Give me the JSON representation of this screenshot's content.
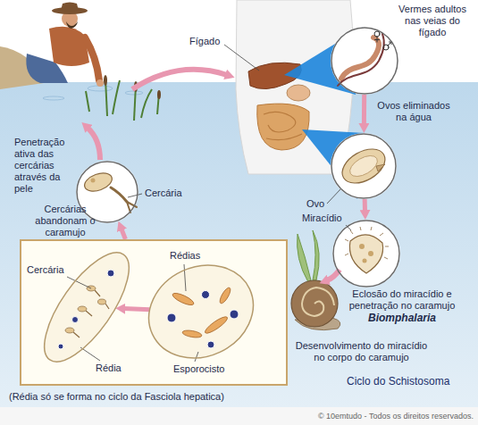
{
  "diagram": {
    "title": "Ciclo do Schistosoma",
    "nodes": [
      {
        "text": [
          "Vermes adultos nas veias do fígado"
        ]
      },
      {
        "text": [
          "Ovo"
        ]
      },
      {
        "text": [
          "Miracídio"
        ]
      },
      {
        "text": [
          "Cercária"
        ]
      },
      {
        "text": [
          "(Rédia só se forma no ciclo da Fasciola hepatica)"
        ]
      },
      {
        "text": [
          "Rédias",
          "Esporocisto"
        ],
        "in": 4
      },
      {
        "text": [
          "Cercária",
          "Rédia"
        ],
        "in": 4
      }
    ],
    "edges": [
      {
        "from": 0,
        "to": 1,
        "arrow": "to",
        "label": "Ovos eliminados na água"
      },
      {
        "from": 1,
        "to": 2,
        "arrow": "to"
      },
      {
        "from": 5,
        "to": 6,
        "arrow": "to"
      },
      {
        "from": 4,
        "to": 3,
        "arrow": "to"
      }
    ],
    "labels": [
      "Fígado",
      "Eclosão do miracídio e penetração no caramujo",
      "Biomphalaria",
      "Desenvolvimento do miracídio no corpo do caramujo",
      "Penetração ativa das cercárias através da pele",
      "Cercárias abandonam o caramujo",
      "© 10emtudo - Todos os direitos reservados."
    ]
  }
}
